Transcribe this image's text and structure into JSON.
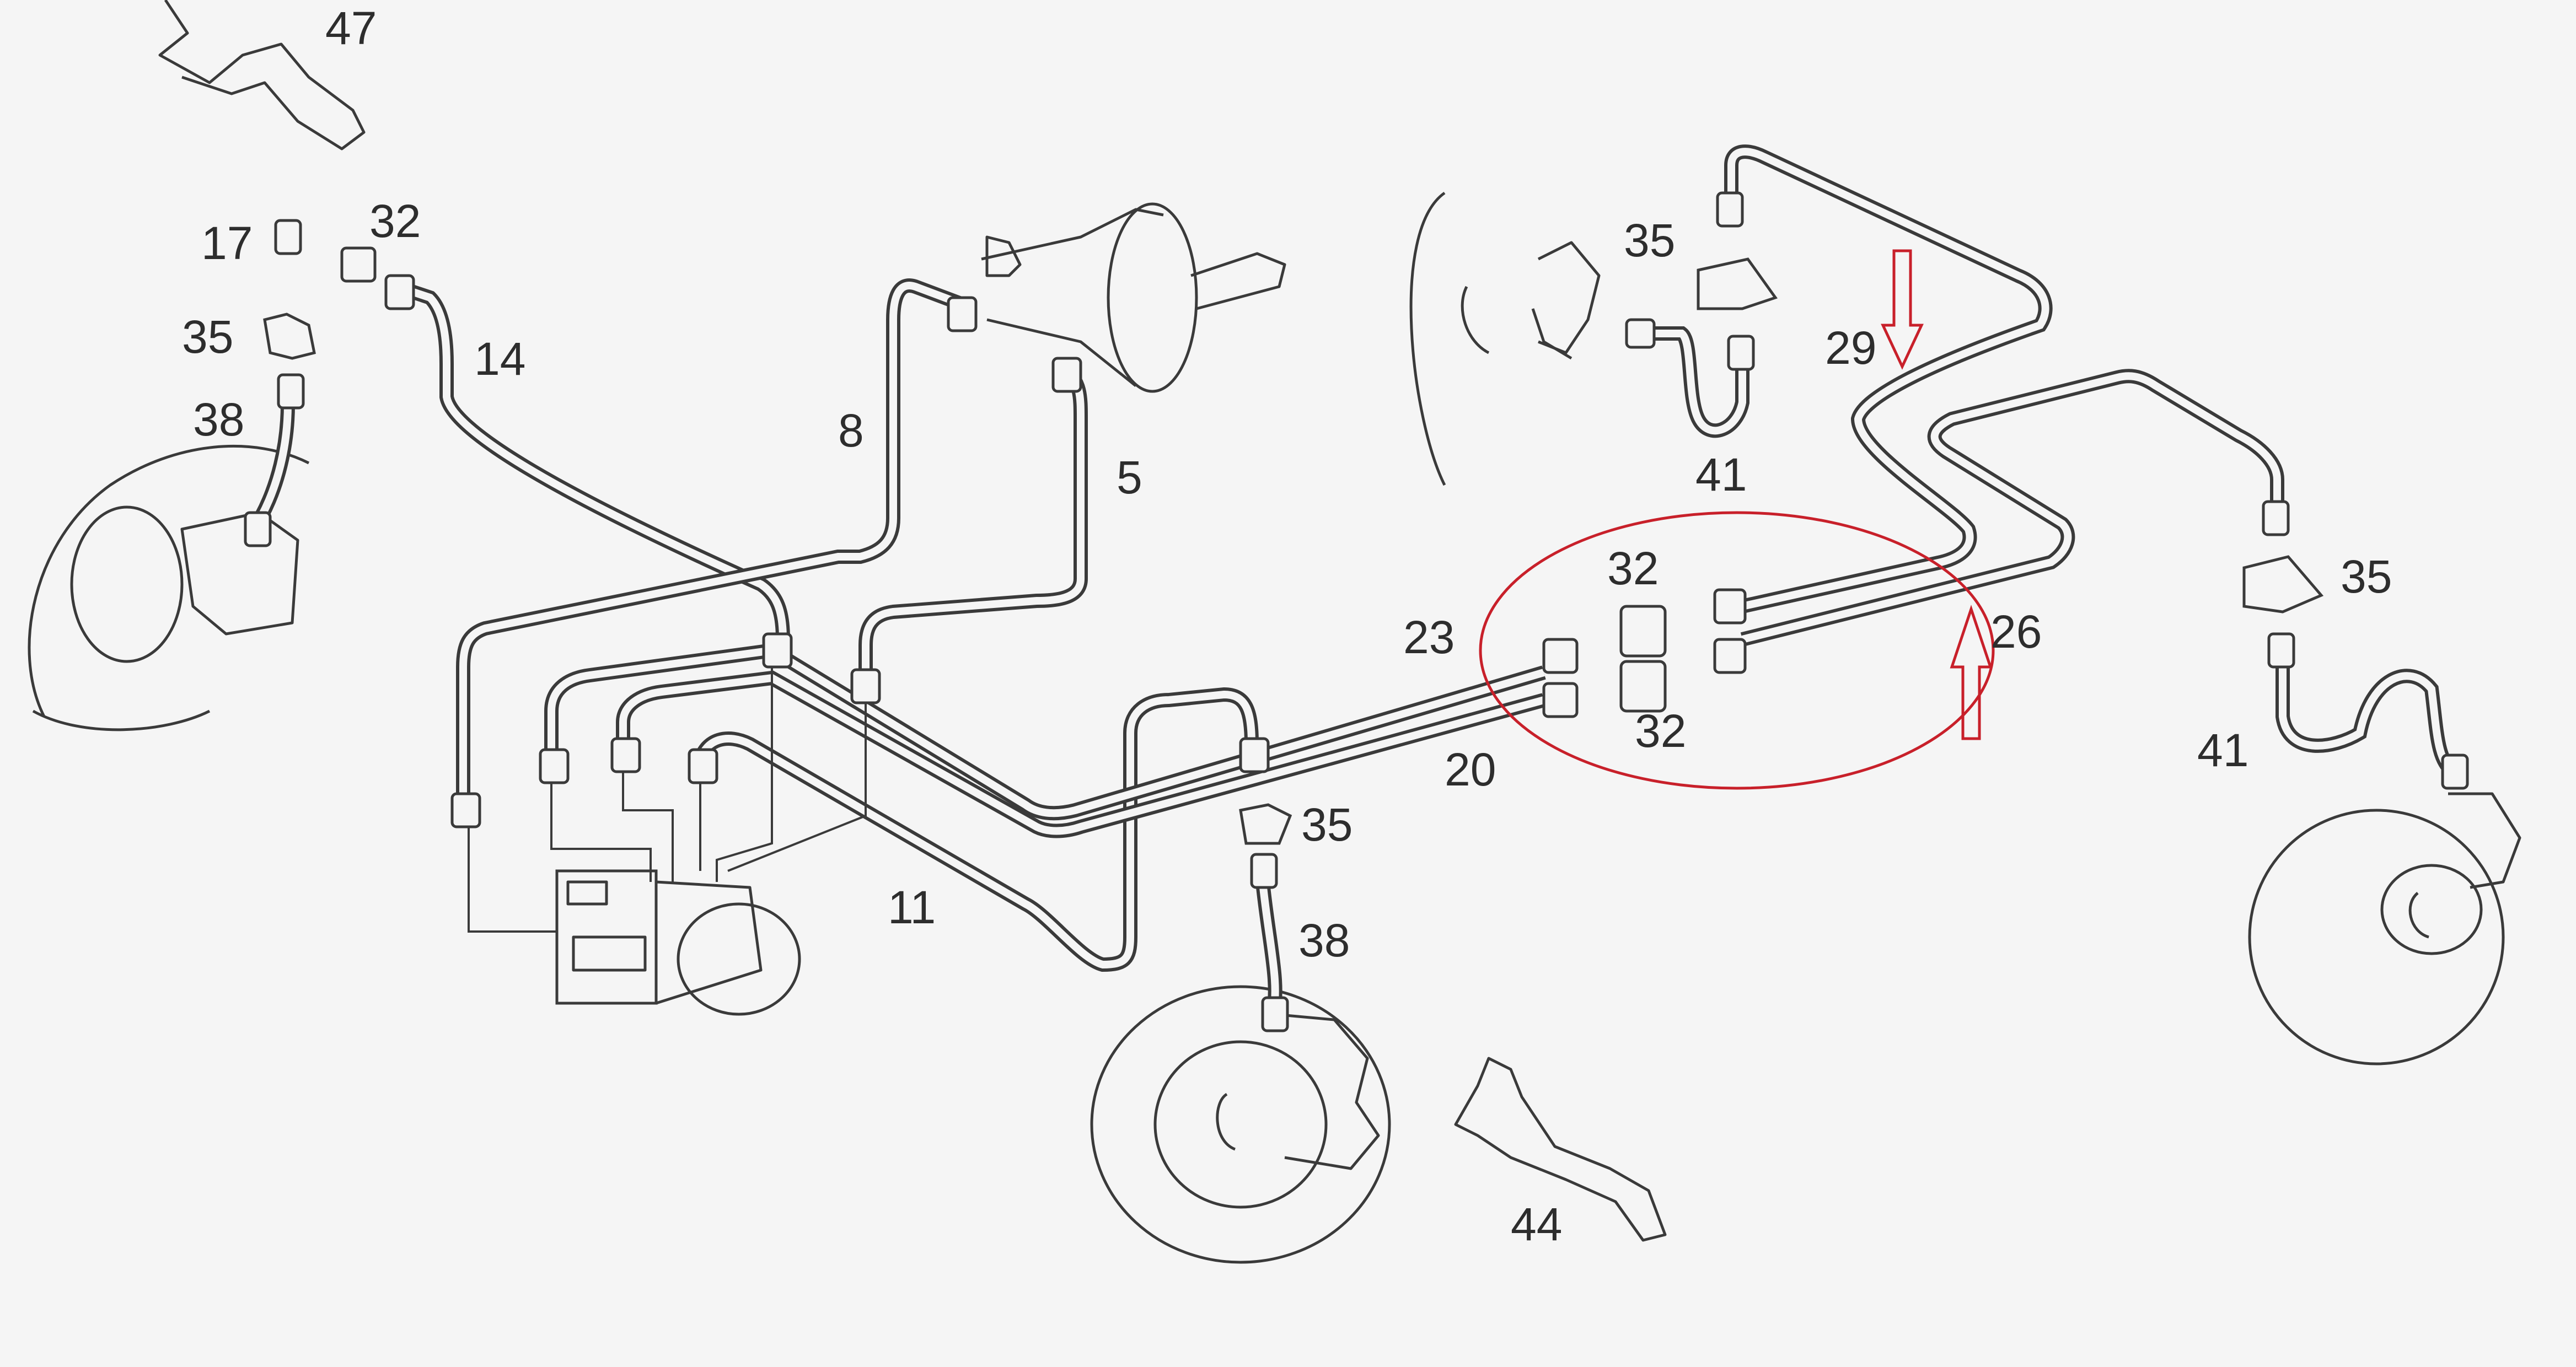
{
  "callouts": {
    "c47": "47",
    "c17": "17",
    "c32_top_left": "32",
    "c35_left": "35",
    "c14": "14",
    "c38_left": "38",
    "c8": "8",
    "c5": "5",
    "c35_top_right": "35",
    "c29": "29",
    "c41_top": "41",
    "c32_upper": "32",
    "c23": "23",
    "c26": "26",
    "c35_right": "35",
    "c32_lower": "32",
    "c20": "20",
    "c41_right": "41",
    "c35_center": "35",
    "c11": "11",
    "c38_center": "38",
    "c44": "44"
  },
  "colors": {
    "line": "#3a3a3a",
    "background": "#f5f5f5",
    "highlight": "#c8202a"
  },
  "icons": {
    "arrow_down": "arrow-down-outline-icon",
    "arrow_up": "arrow-up-outline-icon",
    "highlight_circle": "highlight-circle"
  }
}
